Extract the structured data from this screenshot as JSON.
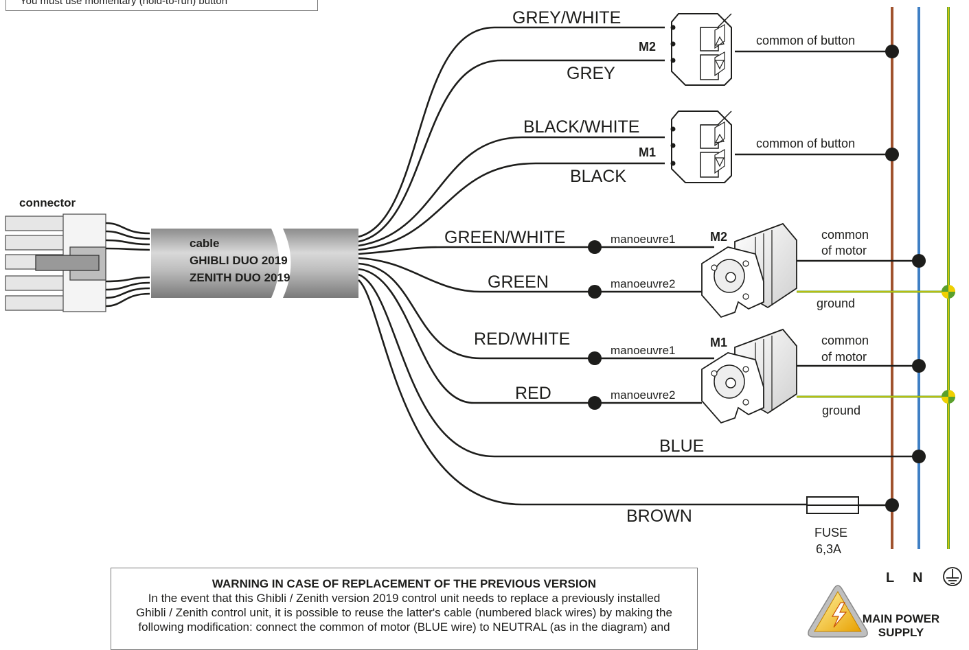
{
  "top_note": "You must use momentary (hold-to-run) button",
  "connector_label": "connector",
  "cable": {
    "line1": "cable",
    "line2": "GHIBLI DUO 2019",
    "line3": "ZENITH DUO 2019"
  },
  "wires": {
    "grey_white": "GREY/WHITE",
    "grey": "GREY",
    "black_white": "BLACK/WHITE",
    "black": "BLACK",
    "green_white": "GREEN/WHITE",
    "green": "GREEN",
    "red_white": "RED/WHITE",
    "red": "RED",
    "blue": "BLUE",
    "brown": "BROWN"
  },
  "buttons": {
    "m2": "M2",
    "m1": "M1",
    "common_m2": "common of button",
    "common_m1": "common of button"
  },
  "motors": {
    "m2": {
      "label": "M2",
      "manoeuvre1": "manoeuvre1",
      "manoeuvre2": "manoeuvre2",
      "common1": "common",
      "common2": "of motor",
      "ground": "ground"
    },
    "m1": {
      "label": "M1",
      "manoeuvre1": "manoeuvre1",
      "manoeuvre2": "manoeuvre2",
      "common1": "common",
      "common2": "of motor",
      "ground": "ground"
    }
  },
  "fuse": {
    "line1": "FUSE",
    "line2": "6,3A"
  },
  "rails": {
    "l": "L",
    "n": "N"
  },
  "warning": {
    "title": "WARNING IN CASE OF REPLACEMENT OF THE PREVIOUS VERSION",
    "line1": "In the event that this Ghibli / Zenith version 2019 control unit needs to replace a previously installed",
    "line2": "Ghibli / Zenith control unit, it is possible to reuse the latter's cable (numbered black wires) by making the",
    "line3": "following modification: connect the common of motor  (BLUE wire) to  NEUTRAL (as in the diagram) and"
  },
  "power_supply": {
    "line1": "MAIN POWER",
    "line2": "SUPPLY"
  },
  "colors": {
    "live": "#a0522d",
    "neutral": "#3f7fc4",
    "earth_green": "#5aa02c",
    "earth_yellow": "#f0d000",
    "wire": "#1d1d1b",
    "cable_grey": "#b3b3b3"
  }
}
